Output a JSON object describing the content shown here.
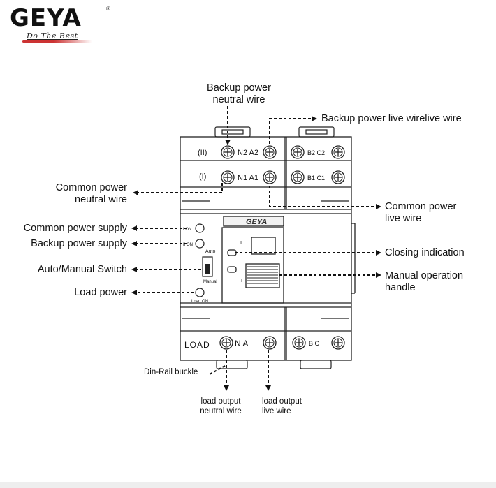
{
  "brand": {
    "name": "GEYA",
    "tagline": "Do The Best",
    "registered": "®"
  },
  "device": {
    "row_backup": {
      "roman": "(II)",
      "terminals": "N2 A2",
      "terminals_right": "B2 C2"
    },
    "row_common": {
      "roman": "(I)",
      "terminals": "N1 A1",
      "terminals_right": "B1 C1"
    },
    "panel_logo": "GEYA",
    "led_common": "I ON",
    "led_backup": "II ON",
    "switch_top": "Auto",
    "switch_bottom": "Manual",
    "load_led": "Load ON",
    "handle_top": "II",
    "handle_bottom": "I",
    "load_label": "LOAD",
    "load_terminals": "N   A",
    "load_terminals_right": "B   C"
  },
  "labels": {
    "backup_neutral": [
      "Backup power",
      "neutral wire"
    ],
    "backup_live": "Backup power live wirelive wire",
    "common_neutral": [
      "Common power",
      "neutral wire"
    ],
    "common_live": [
      "Common power",
      "live wire"
    ],
    "common_supply": "Common power supply",
    "backup_supply": "Backup power supply",
    "auto_manual": "Auto/Manual Switch",
    "load_power": "Load power",
    "closing": "Closing indication",
    "manual_handle": [
      "Manual operation",
      "handle"
    ],
    "din_rail": "Din-Rail buckle",
    "load_neutral": [
      "load output",
      "neutral wire"
    ],
    "load_live": [
      "load output",
      "live wire"
    ]
  }
}
